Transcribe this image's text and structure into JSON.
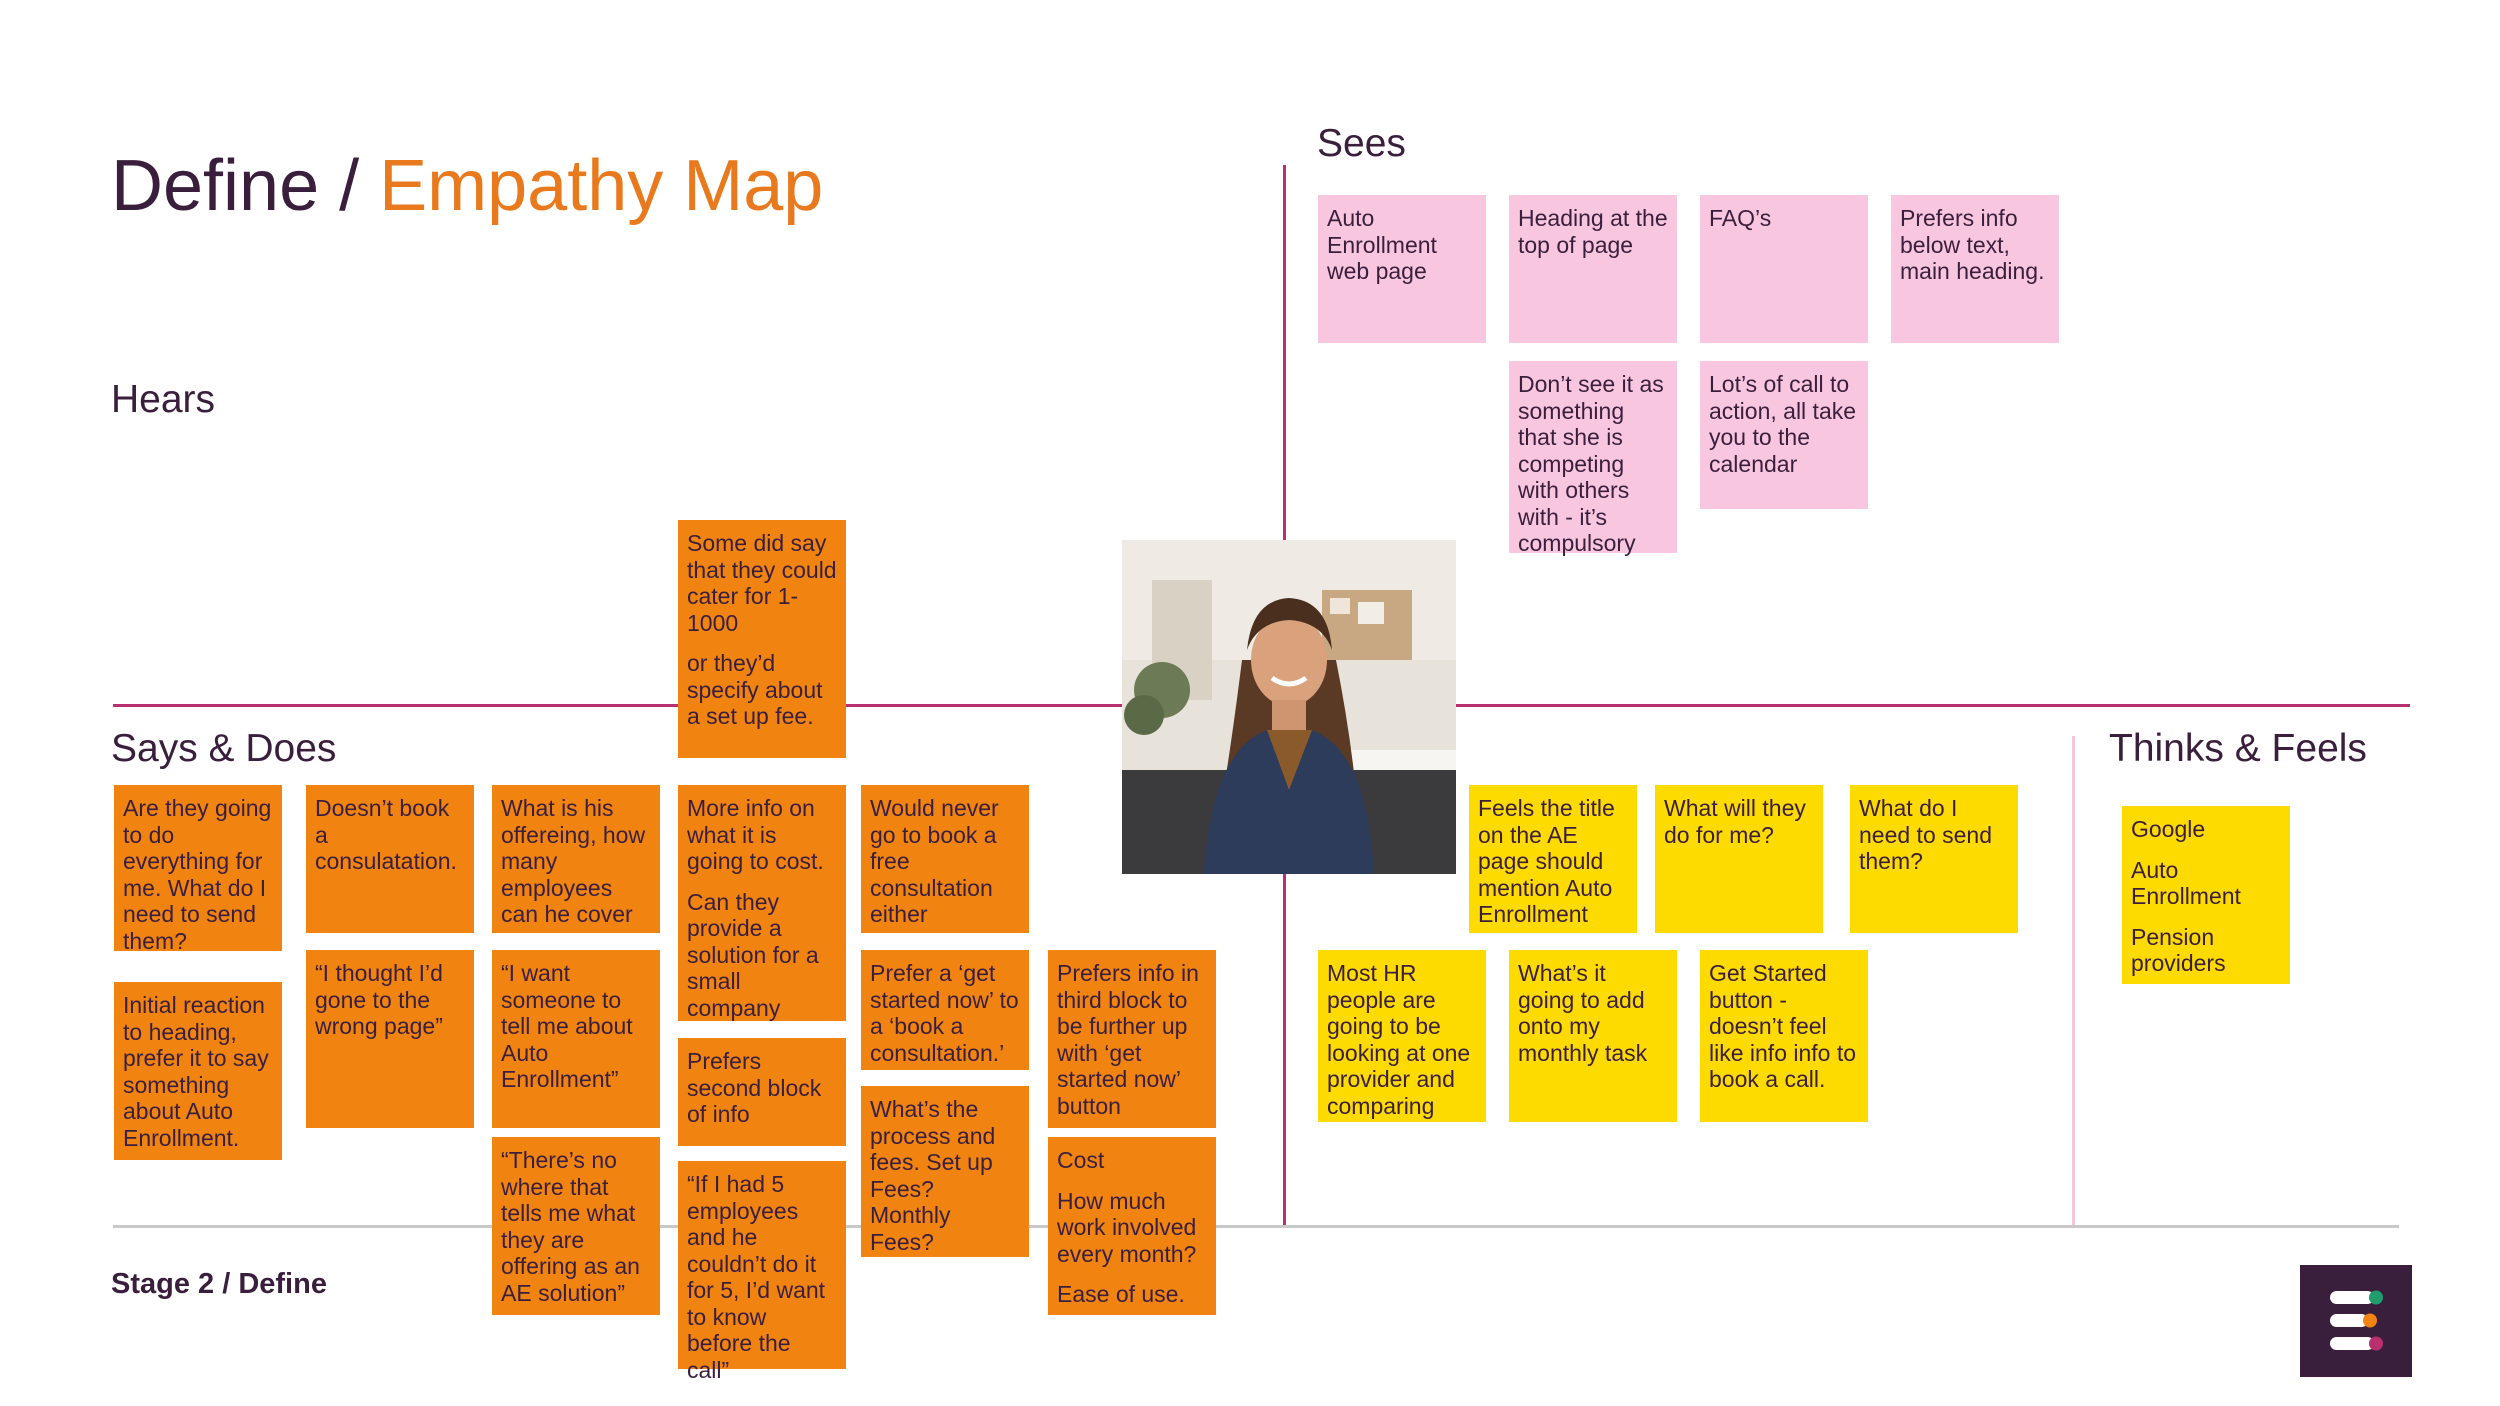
{
  "title": {
    "part1": "Define / ",
    "part2": "Empathy Map"
  },
  "quadrants": {
    "sees": "Sees",
    "hears": "Hears",
    "says_does": "Says & Does",
    "thinks_feels": "Thinks & Feels"
  },
  "footer": "Stage 2 / Define",
  "colors": {
    "orange": "#f18311",
    "pink": "#f8c6df",
    "yellow": "#fdda00",
    "divider": "#b8306f",
    "text": "#3a1f3d",
    "accent": "#e8791d"
  },
  "sees_notes": [
    [
      "Auto Enrollment web page"
    ],
    [
      "Heading at the top of page"
    ],
    [
      "FAQ’s"
    ],
    [
      "Prefers info below text, main heading."
    ],
    [
      "Don’t see it as something that she is competing with others with - it’s compulsory"
    ],
    [
      "Lot’s of call to action, all take you to the calendar"
    ]
  ],
  "says_notes": [
    [
      "Some did say that they could cater for 1-1000",
      "or they’d specify about a set up fee."
    ],
    [
      "Are they going to do everything for me. What do I need to send them?"
    ],
    [
      "Doesn’t book a consulatation."
    ],
    [
      "What is his offereing, how many employees can he cover"
    ],
    [
      "More info on what it is going to cost.",
      "Can they provide a solution for a small company"
    ],
    [
      "Would never go to book a free consultation either"
    ],
    [
      "Initial reaction to heading, prefer it to say something about Auto Enrollment."
    ],
    [
      "“I thought I’d gone to the wrong page”"
    ],
    [
      "“I want someone to tell me about Auto Enrollment”"
    ],
    [
      "Prefers second block of info"
    ],
    [
      "Prefer a ‘get started now’ to a ‘book a consultation.’"
    ],
    [
      "Prefers info in third block to be further up with ‘get started now’ button"
    ],
    [
      "What’s the process and fees. Set up Fees? Monthly Fees?"
    ],
    [
      "“There’s no where that tells me what they are offering as an AE solution”"
    ],
    [
      "“If I had 5 employees and he couldn’t do it for 5, I’d want to know before the call”"
    ],
    [
      "Cost",
      "How much work involved every month?",
      "Ease of use."
    ]
  ],
  "thinks_notes": [
    [
      "Feels the title on the AE page should mention Auto Enrollment"
    ],
    [
      "What will they do for me?"
    ],
    [
      "What do I need to send them?"
    ],
    [
      "Google",
      "Auto Enrollment",
      "Pension providers"
    ],
    [
      "Most HR people are going to be looking at one provider and comparing"
    ],
    [
      "What’s it going to add onto my monthly task"
    ],
    [
      "Get Started button - doesn’t feel like info info to book a call."
    ]
  ]
}
